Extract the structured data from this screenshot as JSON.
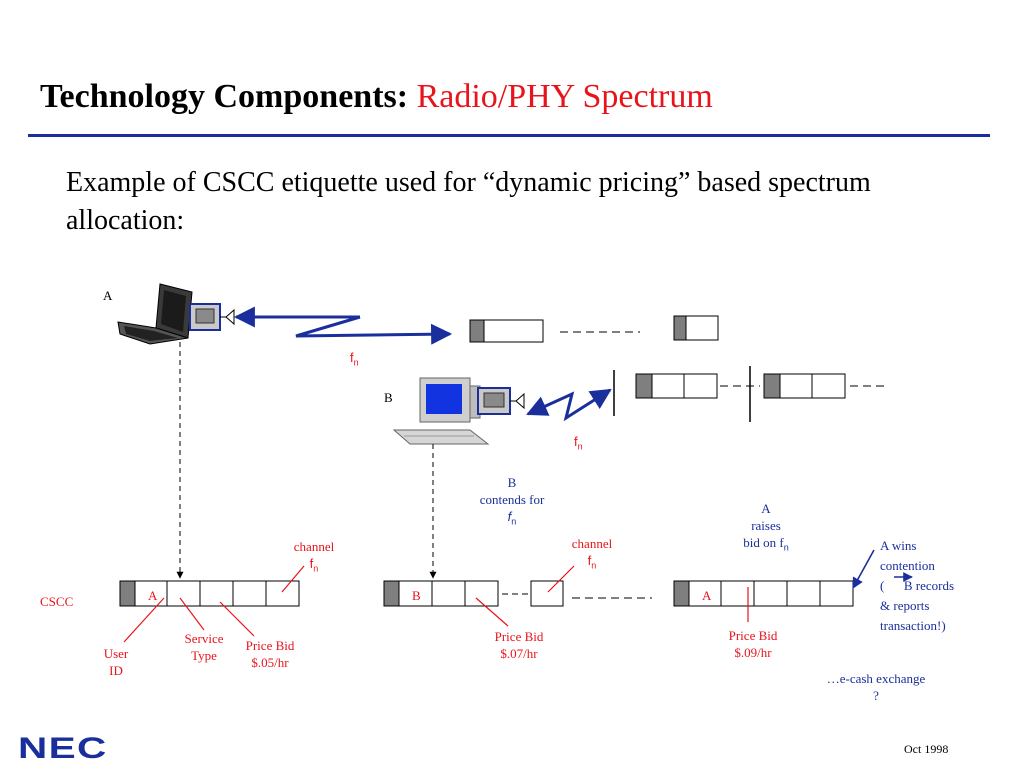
{
  "slide": {
    "title_bold": "Technology Components:",
    "title_rest": "Radio/PHY Spectrum",
    "body": "Example of CSCC etiquette used for “dynamic pricing” based spectrum allocation:",
    "footer_logo": "NEC",
    "footer_date": "Oct 1998"
  },
  "diagram": {
    "label_a": "A",
    "label_b": "B",
    "fn_top": "f",
    "fn_top_sub": "n",
    "fn_mid": "f",
    "fn_mid_sub": "n",
    "cscc_label": "CSCC",
    "b_contends": [
      "B",
      "contends for"
    ],
    "b_contends_fn": "f",
    "b_contends_fn_sub": "n",
    "a_raises": [
      "A",
      "raises"
    ],
    "a_raises_bid": "bid on f",
    "a_raises_bid_sub": "n",
    "a_wins": [
      "A wins",
      "contention",
      "(      B records",
      "& reports",
      "transaction!)"
    ],
    "ecash": [
      "…e-cash exchange",
      "?"
    ],
    "packet1": {
      "cell_a": "A",
      "channel": "channel",
      "channel_fn": "f",
      "channel_fn_sub": "n",
      "user_id": [
        "User",
        "ID"
      ],
      "service_type": [
        "Service",
        "Type"
      ],
      "price_bid": [
        "Price Bid",
        "$.05/hr"
      ]
    },
    "packet2": {
      "cell_b": "B",
      "channel": "channel",
      "channel_fn": "f",
      "channel_fn_sub": "n",
      "price_bid": [
        "Price Bid",
        "$.07/hr"
      ]
    },
    "packet3": {
      "cell_a": "A",
      "price_bid": [
        "Price Bid",
        "$.09/hr"
      ]
    }
  },
  "colors": {
    "title_red": "#e8141b",
    "rule_blue": "#1a2f9c",
    "arrow_blue": "#1a2f9c",
    "label_red": "#e8141b",
    "cell_gray": "#7f7f7f"
  }
}
